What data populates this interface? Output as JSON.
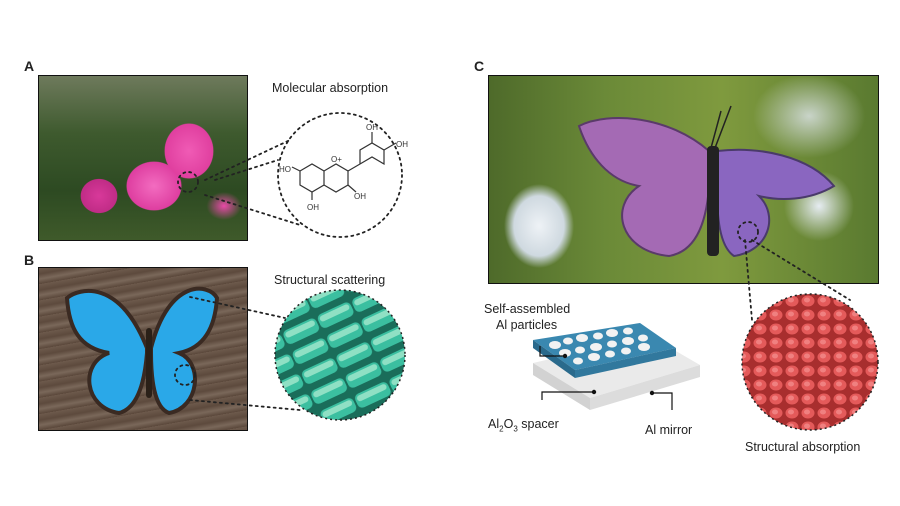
{
  "panels": {
    "a": {
      "label": "A",
      "caption": "Molecular absorption",
      "molecule": {
        "o_plus": "O+",
        "ho_left": "HO",
        "oh_bottom": "OH",
        "oh_mid": "OH",
        "oh_top": "OH",
        "oh_right": "OH"
      }
    },
    "b": {
      "label": "B",
      "caption": "Structural scattering"
    },
    "c": {
      "label": "C",
      "caption": "Structural absorption",
      "diagram": {
        "particles_line1": "Self-assembled",
        "particles_line2": "Al particles",
        "spacer_pre": "Al",
        "spacer_sub1": "2",
        "spacer_mid": "O",
        "spacer_sub2": "3",
        "spacer_post": " spacer",
        "mirror": "Al mirror"
      }
    }
  },
  "colors": {
    "spacer_blue": "#3a88b0",
    "mirror_gray": "#e4e4e4",
    "absorber_red": "#d84a4a",
    "morpho_blue": "#2aa8e8"
  }
}
